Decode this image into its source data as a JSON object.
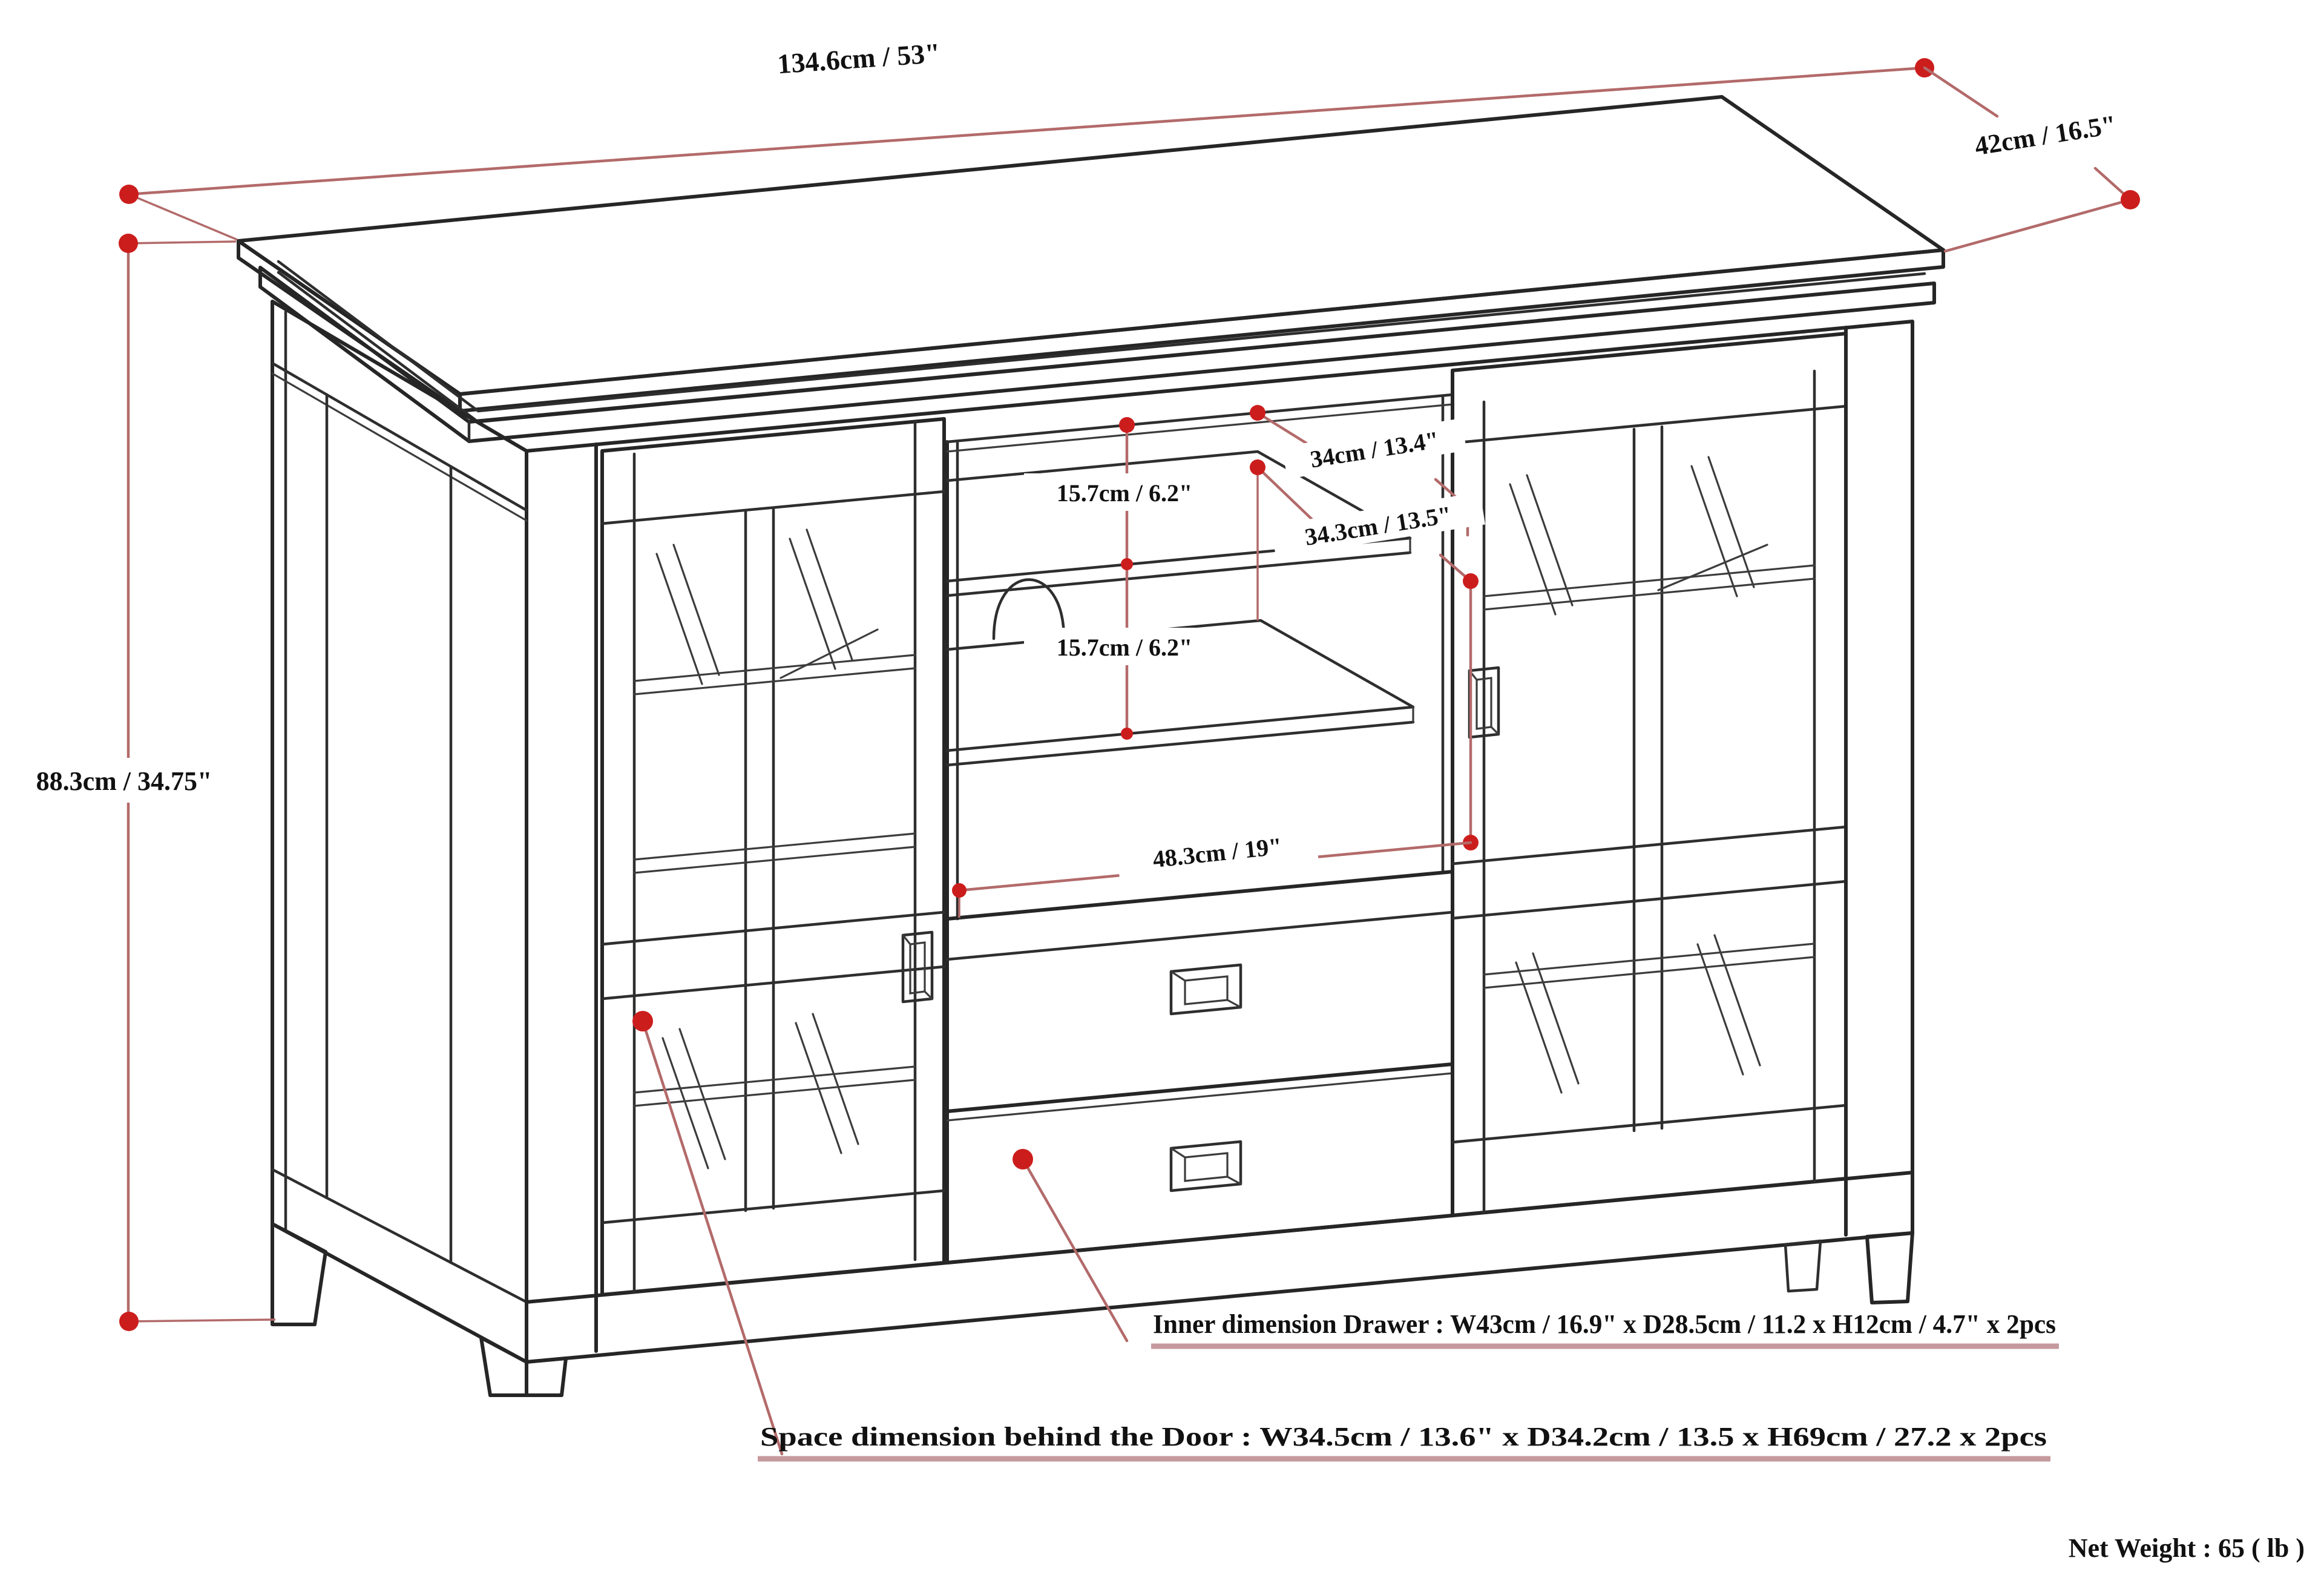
{
  "diagram": {
    "dimensions": {
      "width_top": "134.6cm / 53\"",
      "depth_top": "42cm / 16.5\"",
      "height_left": "88.3cm / 34.75\"",
      "shelf_depth": "34cm / 13.4\"",
      "gap_top_shelf": "15.7cm / 6.2\"",
      "gap_mid_shelf": "15.7cm / 6.2\"",
      "media_compartment_height": "34.3cm / 13.5\"",
      "center_width": "48.3cm / 19\""
    },
    "notes": {
      "drawer": "Inner dimension Drawer : W43cm / 16.9\" x D28.5cm / 11.2 x H12cm / 4.7\" x 2pcs",
      "door": "Space dimension behind the Door  : W34.5cm / 13.6\" x D34.2cm / 13.5 x H69cm / 27.2 x 2pcs",
      "net_weight": "Net Weight : 65 ( lb )"
    },
    "colors": {
      "line_art": "#262626",
      "dimension_red": "#b36a6a",
      "dot_red": "#cc1d1d",
      "underline_pink": "#c59a9e"
    }
  }
}
